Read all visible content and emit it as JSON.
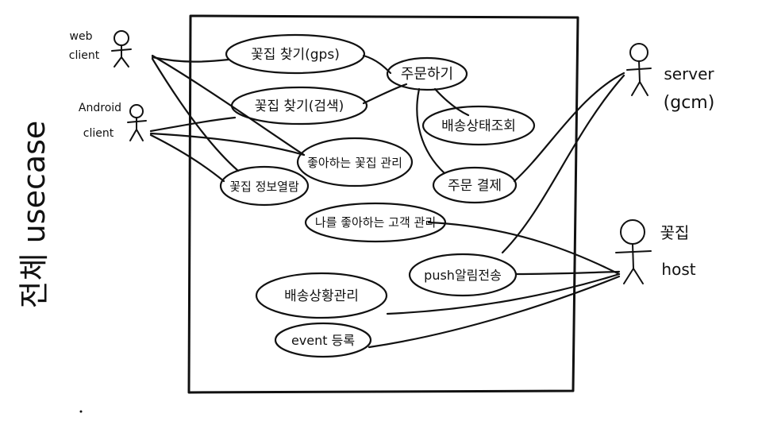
{
  "title": "전체 usecase",
  "actors": {
    "web_client": [
      "web",
      "client"
    ],
    "android_client": [
      "Android",
      "client"
    ],
    "server": [
      "server",
      "(gcm)"
    ],
    "flower_shop": [
      "꽃집",
      "host"
    ]
  },
  "usecases": {
    "find_flowershop_gps": "꽃집 찾기(gps)",
    "order": "주문하기",
    "find_flowershop_search": "꽃집 찾기(검색)",
    "delivery_status": "배송상태조회",
    "favorite_flowershop": "좋아하는 꽃집 관리",
    "flowershop_info": "꽃집 정보열람",
    "payment": "주문 결제",
    "favorite_customer": "나를 좋아하는 고객 관리",
    "push_alarm": "push알림전송",
    "delivery_manage": "배송상황관리",
    "event_register": "event 등록"
  }
}
